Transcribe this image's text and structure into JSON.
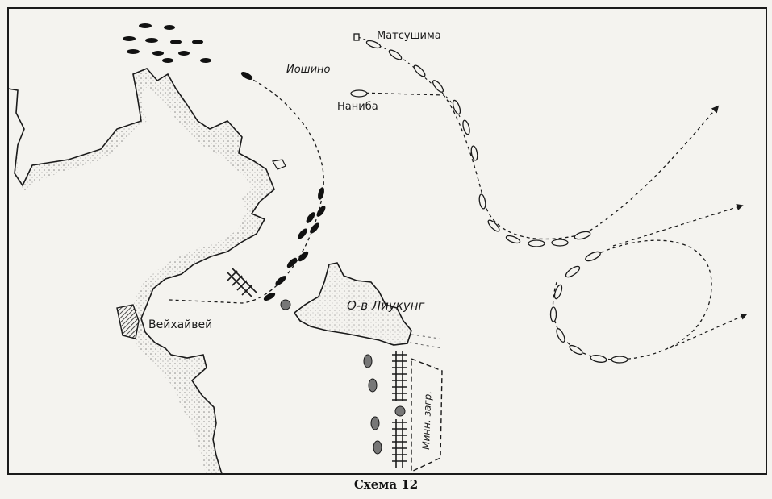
{
  "map": {
    "caption": "Схема 12",
    "labels": {
      "matsushima": "Матсушима",
      "yoshino": "Иошино",
      "naniwa": "Наниба",
      "weihaiwei": "Вейхайвей",
      "island": "О-в Лиукунг",
      "minefield": "Минн. загр."
    },
    "colors": {
      "ink": "#1a1a1a",
      "paper": "#f4f3ef"
    }
  }
}
